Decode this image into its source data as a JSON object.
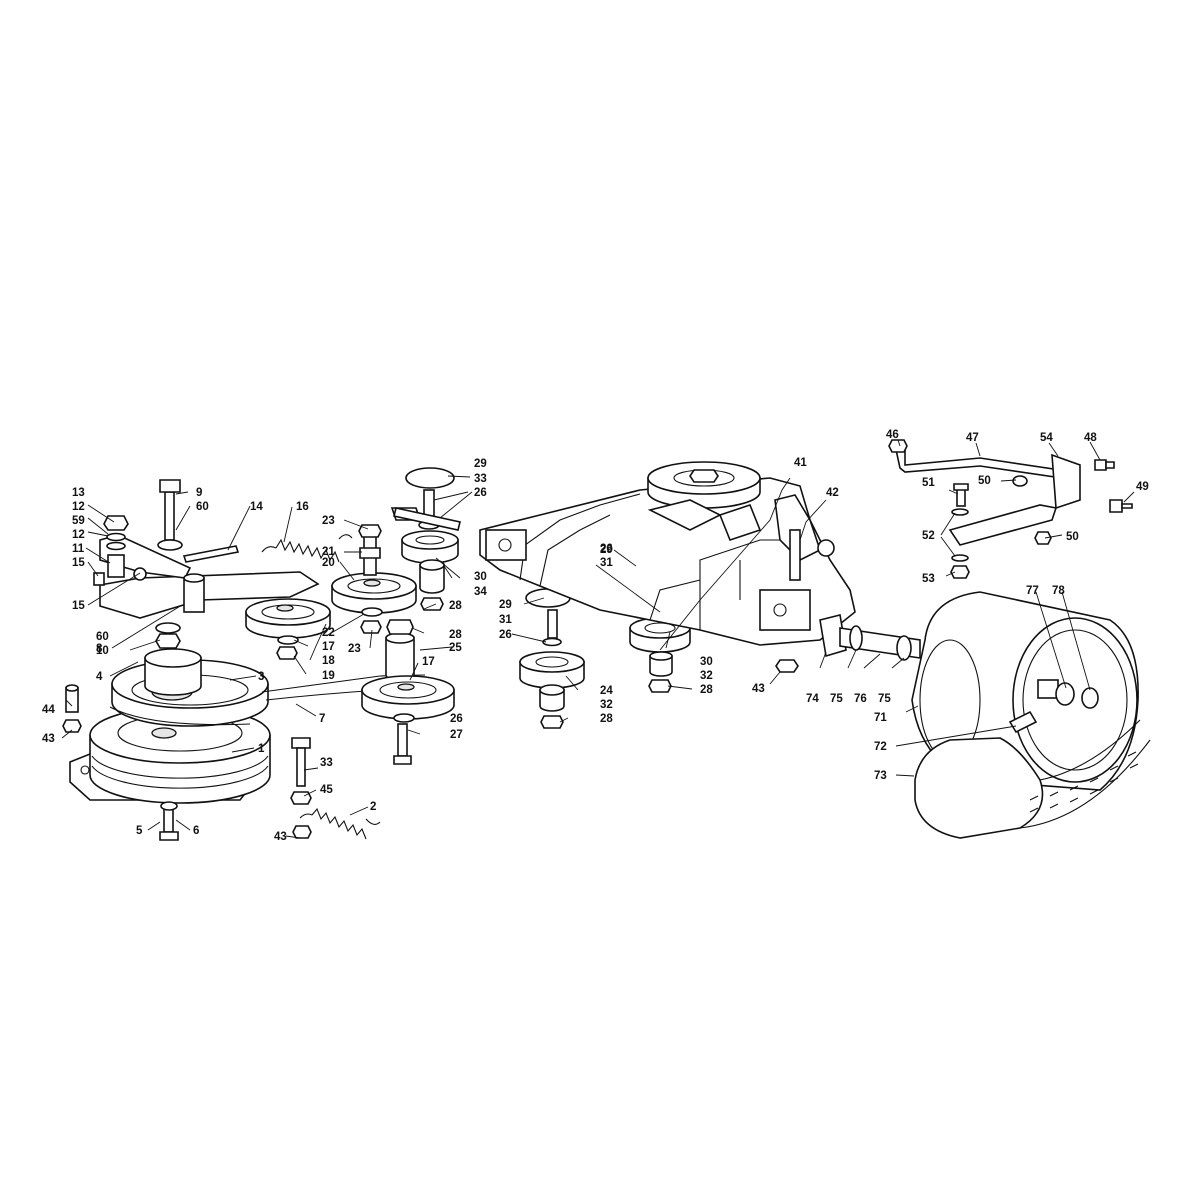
{
  "diagram": {
    "labels": {
      "c1": "1",
      "c2": "2",
      "c3": "3",
      "c4": "4",
      "c5": "5",
      "c6": "6",
      "c7": "7",
      "c8": "8",
      "c9": "9",
      "c10": "10",
      "c11": "11",
      "c12a": "12",
      "c12b": "12",
      "c13": "13",
      "c14": "14",
      "c15a": "15",
      "c15b": "15",
      "c16": "16",
      "c17a": "17",
      "c17b": "17",
      "c18": "18",
      "c19": "19",
      "c20": "20",
      "c21": "21",
      "c22": "22",
      "c23a": "23",
      "c23b": "23",
      "c24": "24",
      "c25": "25",
      "c26a": "26",
      "c26b": "26",
      "c26c": "26",
      "c26d": "26",
      "c27": "27",
      "c28a": "28",
      "c28b": "28",
      "c28c": "28",
      "c28d": "28",
      "c29a": "29",
      "c29b": "29",
      "c29c": "29",
      "c30a": "30",
      "c30b": "30",
      "c31a": "31",
      "c31b": "31",
      "c32a": "32",
      "c32b": "32",
      "c33a": "33",
      "c33b": "33",
      "c34": "34",
      "c41": "41",
      "c42": "42",
      "c43a": "43",
      "c43b": "43",
      "c43c": "43",
      "c44": "44",
      "c45": "45",
      "c46": "46",
      "c47": "47",
      "c48": "48",
      "c49": "49",
      "c50a": "50",
      "c50b": "50",
      "c51": "51",
      "c52": "52",
      "c53": "53",
      "c54": "54",
      "c59": "59",
      "c60a": "60",
      "c60b": "60",
      "c71": "71",
      "c72": "72",
      "c73": "73",
      "c74": "74",
      "c75a": "75",
      "c75b": "75",
      "c76": "76",
      "c77": "77",
      "c78": "78"
    }
  }
}
